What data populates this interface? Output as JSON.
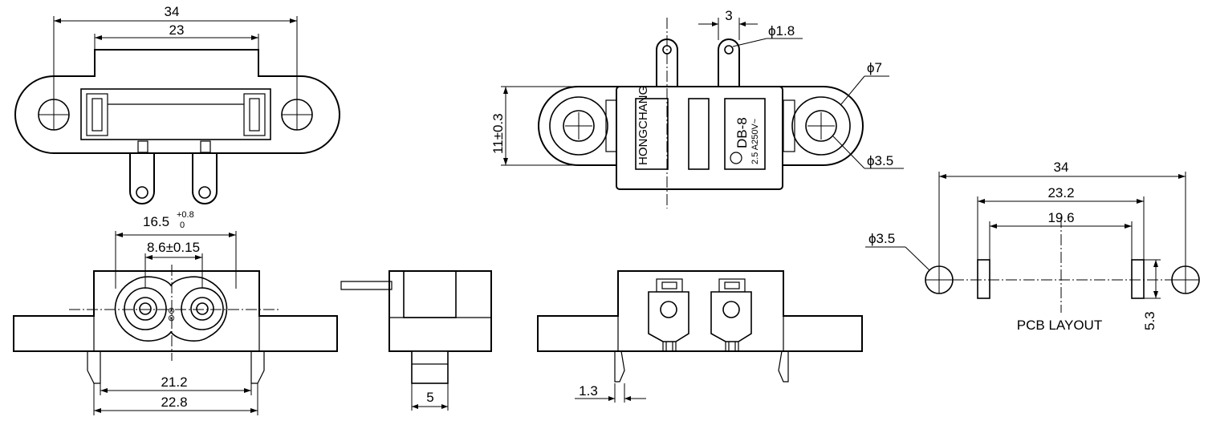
{
  "views": {
    "top": {
      "overall_width": "34",
      "inner_width": "23"
    },
    "bottom_front": {
      "opening_width_value": "16.5",
      "opening_width_upper_tol": "+0.8",
      "opening_width_lower_tol": "0",
      "pin_pitch": "8.6±0.15",
      "latch_inner_width": "21.2",
      "latch_outer_width": "22.8",
      "inlet_mark": "⊗⊗"
    },
    "side": {
      "pin_length": "5"
    },
    "back": {
      "latch_thickness": "1.3"
    },
    "face": {
      "pin_pitch": "3",
      "pin_hole_dia": "ϕ1.8",
      "flange_dia": "ϕ7",
      "mount_hole_dia": "ϕ3.5",
      "height": "11±0.3",
      "brand": "HONGCHANG",
      "model": "DB-8",
      "rating": "2.5 A250V~"
    },
    "pcb_layout": {
      "caption": "PCB LAYOUT",
      "hole_pitch": "34",
      "slot_outer": "23.2",
      "slot_inner": "19.6",
      "hole_dia": "ϕ3.5",
      "slot_length": "5.3"
    }
  }
}
